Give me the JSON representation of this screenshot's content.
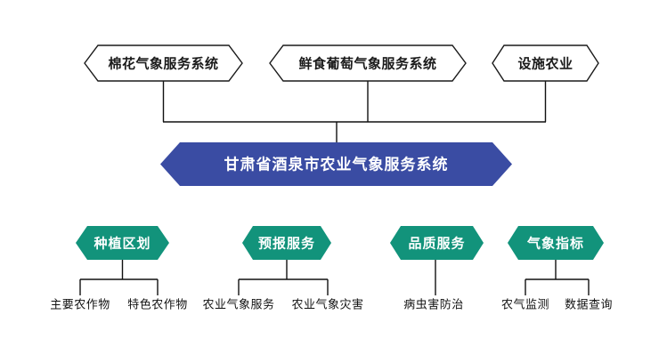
{
  "diagram": {
    "top_nodes": [
      {
        "label": "棉花气象服务系统"
      },
      {
        "label": "鲜食葡萄气象服务系统"
      },
      {
        "label": "设施农业"
      }
    ],
    "root": {
      "label": "甘肃省酒泉市农业气象服务系统"
    },
    "branches": [
      {
        "label": "种植区划",
        "children": [
          {
            "label": "主要农作物"
          },
          {
            "label": "特色农作物"
          }
        ]
      },
      {
        "label": "预报服务",
        "children": [
          {
            "label": "农业气象服务"
          },
          {
            "label": "农业气象灾害"
          }
        ]
      },
      {
        "label": "品质服务",
        "children": [
          {
            "label": "病虫害防治"
          }
        ]
      },
      {
        "label": "气象指标",
        "children": [
          {
            "label": "农气监测"
          },
          {
            "label": "数据查询"
          }
        ]
      }
    ],
    "colors": {
      "root_fill": "#3A4CA3",
      "branch_fill": "#12937B",
      "top_node_fill": "#ffffff",
      "node_border": "#1a1a1a",
      "connector": "#111111",
      "background": "#ffffff",
      "top_text": "#1a1a1a",
      "node_text": "#ffffff",
      "leaf_text": "#111111"
    }
  }
}
